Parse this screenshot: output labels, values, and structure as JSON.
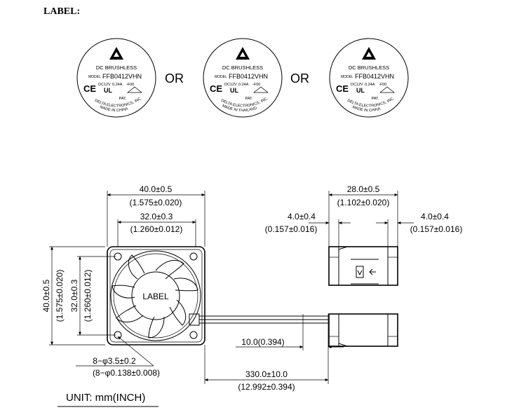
{
  "heading": "LABEL:",
  "labels": [
    {
      "brand_line": "DC BRUSHLESS",
      "model_prefix": "MODEL",
      "model": "FFB0412VHN",
      "rating": "DC12V",
      "current": "0.24A",
      "suffix": "-F00",
      "patent": "PAT.",
      "maker": "DELTA ELECTRONICS, INC.",
      "origin": "MADE IN CHINA"
    },
    {
      "brand_line": "DC BRUSHLESS",
      "model_prefix": "MODEL",
      "model": "FFB0412VHN",
      "rating": "DC12V",
      "current": "0.24A",
      "suffix": "-F00",
      "patent": "PAT.",
      "maker": "DELTA ELECTRONICS, INC.",
      "origin": "MADE IN THAILAND"
    },
    {
      "brand_line": "DC BRUSHLESS",
      "model_prefix": "MODEL",
      "model": "FFB0412VHN",
      "rating": "DC12V",
      "current": "0.24A",
      "suffix": "-F00",
      "patent": "PAT.",
      "maker": "DELTA ELECTRONICS, INC.",
      "origin": "MADE IN CHINA"
    }
  ],
  "or_text": "OR",
  "ce_mark": "CE",
  "ul_mark": "UL",
  "front_view": {
    "width_mm": "40.0±0.5",
    "width_in": "(1.575±0.020)",
    "hole_pitch_mm": "32.0±0.3",
    "hole_pitch_in": "(1.260±0.012)",
    "height_mm": "40.0±0.5",
    "height_in": "(1.575±0.020)",
    "vpitch_mm": "32.0±0.3",
    "vpitch_in": "(1.260±0.012)",
    "hub_label": "LABEL",
    "holes_mm": "8−φ3.5±0.2",
    "holes_in": "(8−φ0.138±0.008)",
    "lead_length_mm": "330.0±10.0",
    "lead_length_in": "(12.992±0.394)",
    "strip_length": "10.0(0.394)"
  },
  "side_view": {
    "depth_mm": "28.0±0.5",
    "depth_in": "(1.102±0.020)",
    "flange_left_mm": "4.0±0.4",
    "flange_left_in": "(0.157±0.016)",
    "flange_right_mm": "4.0±0.4",
    "flange_right_in": "(0.157±0.016)"
  },
  "unit_text": "UNIT:  mm(INCH)"
}
